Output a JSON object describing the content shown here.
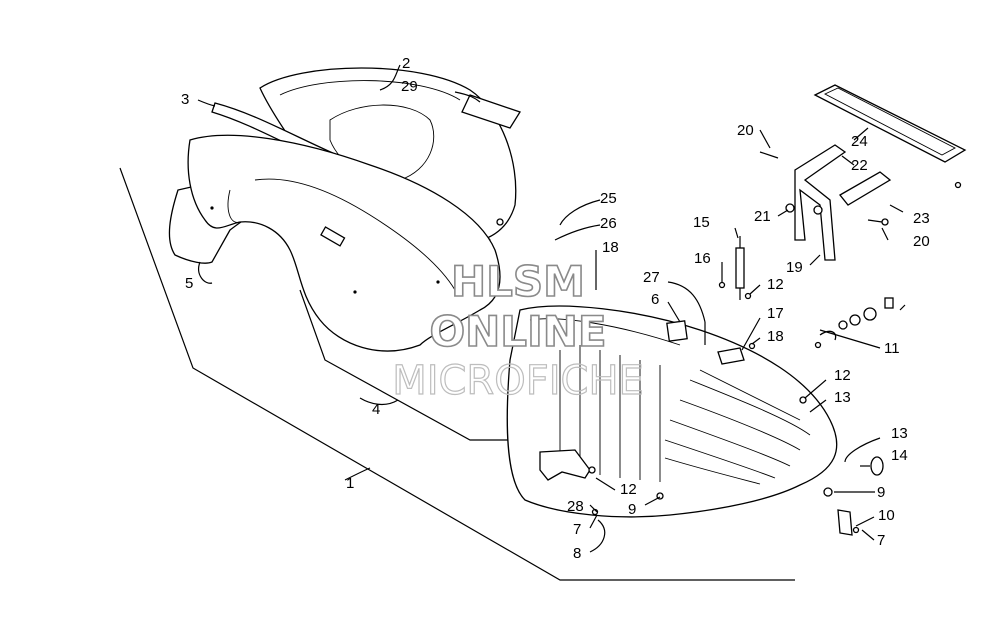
{
  "watermark": {
    "line1": "HLSM",
    "line2": "ONLINE",
    "line3": "MICROFICHE"
  },
  "callouts": {
    "c1": "1",
    "c2": "2",
    "c3": "3",
    "c4": "4",
    "c5": "5",
    "c6": "6",
    "c7a": "7",
    "c7b": "7",
    "c8": "8",
    "c9a": "9",
    "c9b": "9",
    "c10": "10",
    "c11": "11",
    "c12a": "12",
    "c12b": "12",
    "c12c": "12",
    "c13a": "13",
    "c13b": "13",
    "c14": "14",
    "c15": "15",
    "c16": "16",
    "c17": "17",
    "c18a": "18",
    "c18b": "18",
    "c19": "19",
    "c20a": "20",
    "c20b": "20",
    "c21": "21",
    "c22": "22",
    "c23": "23",
    "c24": "24",
    "c25": "25",
    "c26": "26",
    "c27": "27",
    "c28": "28",
    "c29": "29"
  }
}
